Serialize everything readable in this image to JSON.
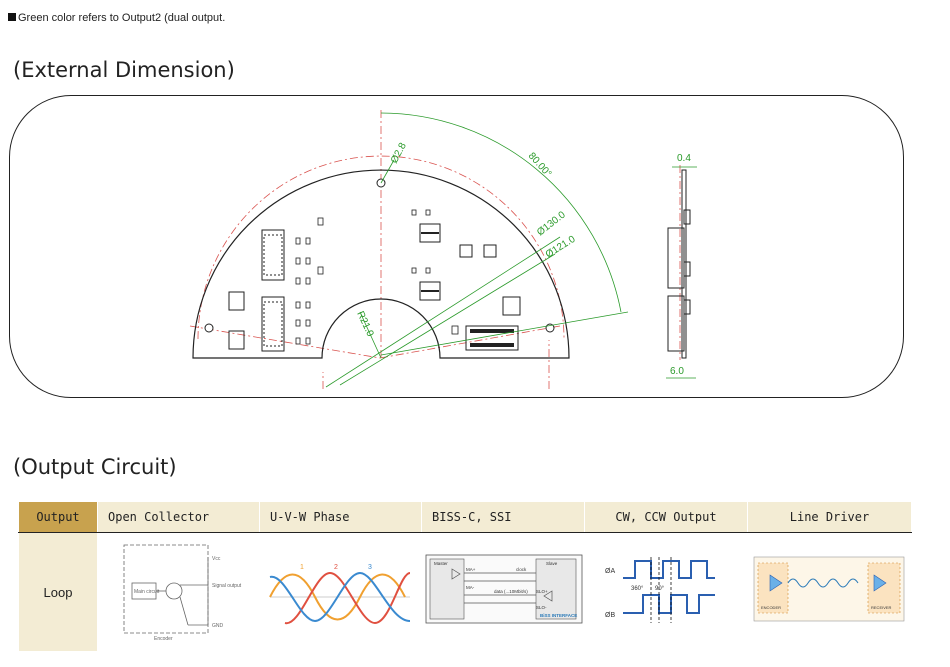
{
  "note": {
    "text": "Green color refers to Output2 (dual output."
  },
  "section1": {
    "title": "(External Dimension)"
  },
  "section2": {
    "title": "(Output Circuit)"
  },
  "dimensions": {
    "d_hole": "Ø2.8",
    "angle": "80.00°",
    "d_outer": "Ø130.0",
    "d_inner": "Ø121.0",
    "r_inner": "R21.0",
    "thickness_top": "0.4",
    "thickness_bottom": "6.0"
  },
  "table": {
    "headers": [
      "Output",
      "Open Collector",
      "U-V-W Phase",
      "BISS-C, SSI",
      "CW, CCW Output",
      "Line Driver"
    ],
    "row_label": "Loop",
    "oc": {
      "vcc": "Vcc",
      "signal": "Signal output",
      "main": "Main circuit",
      "gnd": "GND",
      "encoder": "Encoder"
    },
    "uvw": {
      "n1": "1",
      "n2": "2",
      "n3": "3"
    },
    "biss": {
      "master": "Master",
      "slave": "Slave",
      "ma_p": "MA+",
      "ma_n": "MA-",
      "clock": "clock",
      "data": "data (...10Mbit/s)",
      "slo_p": "SLO+",
      "slo_n": "SLO-",
      "logo": "BiSS INTERFACE"
    },
    "cw": {
      "a": "ØA",
      "b": "ØB",
      "d360": "360°",
      "d90": "90°"
    },
    "ld": {
      "encoder": "ENCODER",
      "receiver": "RECEIVER"
    }
  },
  "colors": {
    "header_first": "#c8a24e",
    "header": "#f3ecd4",
    "green_dim": "#2a9a2a",
    "red_center": "#d9534f"
  }
}
